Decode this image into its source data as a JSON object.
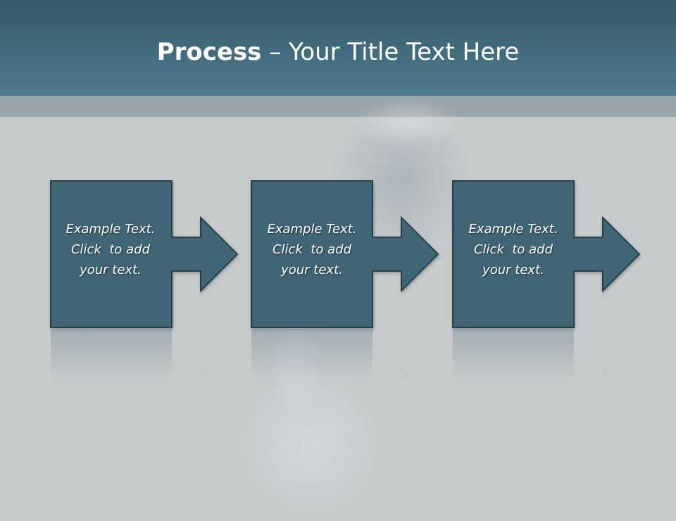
{
  "slide": {
    "title_bold": "Process",
    "title_rest": " – Your Title Text Here"
  },
  "colors": {
    "header_top": "#355a6a",
    "header_bottom": "#4c7b8d",
    "band": "#9aa5ab",
    "background": "#c7cacb",
    "box_fill": "#3f6675",
    "box_stroke": "#26404b"
  },
  "steps": [
    {
      "line1": "Example Text.",
      "line2": "Click  to add",
      "line3": "your text."
    },
    {
      "line1": "Example Text.",
      "line2": "Click  to add",
      "line3": "your text."
    },
    {
      "line1": "Example Text.",
      "line2": "Click  to add",
      "line3": "your text."
    }
  ]
}
